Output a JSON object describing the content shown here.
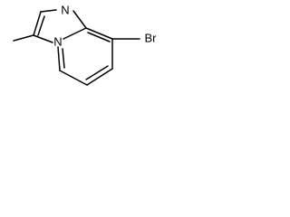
{
  "molecule": {
    "atoms": {
      "n_top": "N",
      "n_bridge": "N",
      "bromine": "Br"
    }
  }
}
